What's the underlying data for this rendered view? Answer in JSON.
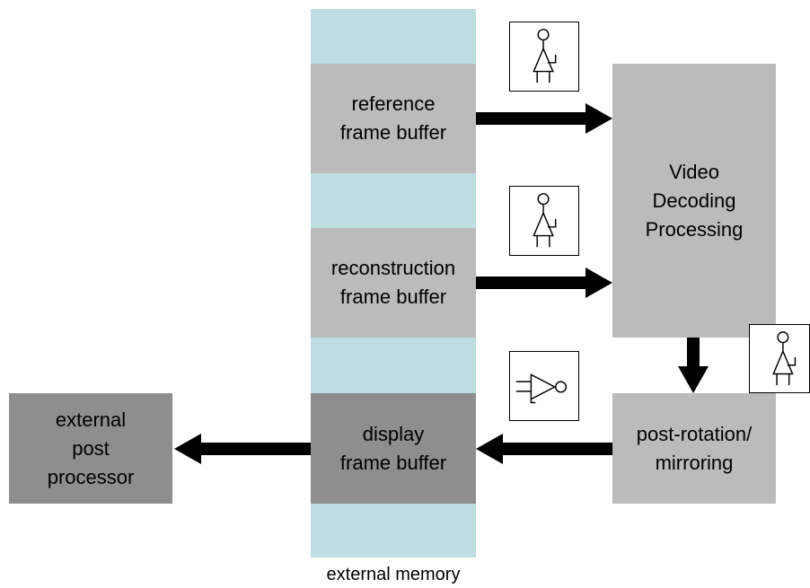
{
  "colors": {
    "memory": "#bddde3",
    "buffer": "#bbbbbb",
    "display_buffer": "#8e8e8e",
    "external_processor": "#8e8e8e",
    "process": "#bbbbbb",
    "arrow": "#000000"
  },
  "memory": {
    "label": "external memory"
  },
  "buffers": {
    "reference": "reference\nframe buffer",
    "reconstruction": "reconstruction\nframe buffer",
    "display": "display\nframe buffer"
  },
  "processes": {
    "decoder": "Video\nDecoding\nProcessing",
    "post_rotation": "post-rotation/\nmirroring",
    "external_post": "external\npost\nprocessor"
  },
  "icons": {
    "reference_read": "person-icon",
    "reconstruction_write": "person-icon",
    "post_rotation": "person-icon",
    "display_write": "inverter-gate-icon"
  }
}
